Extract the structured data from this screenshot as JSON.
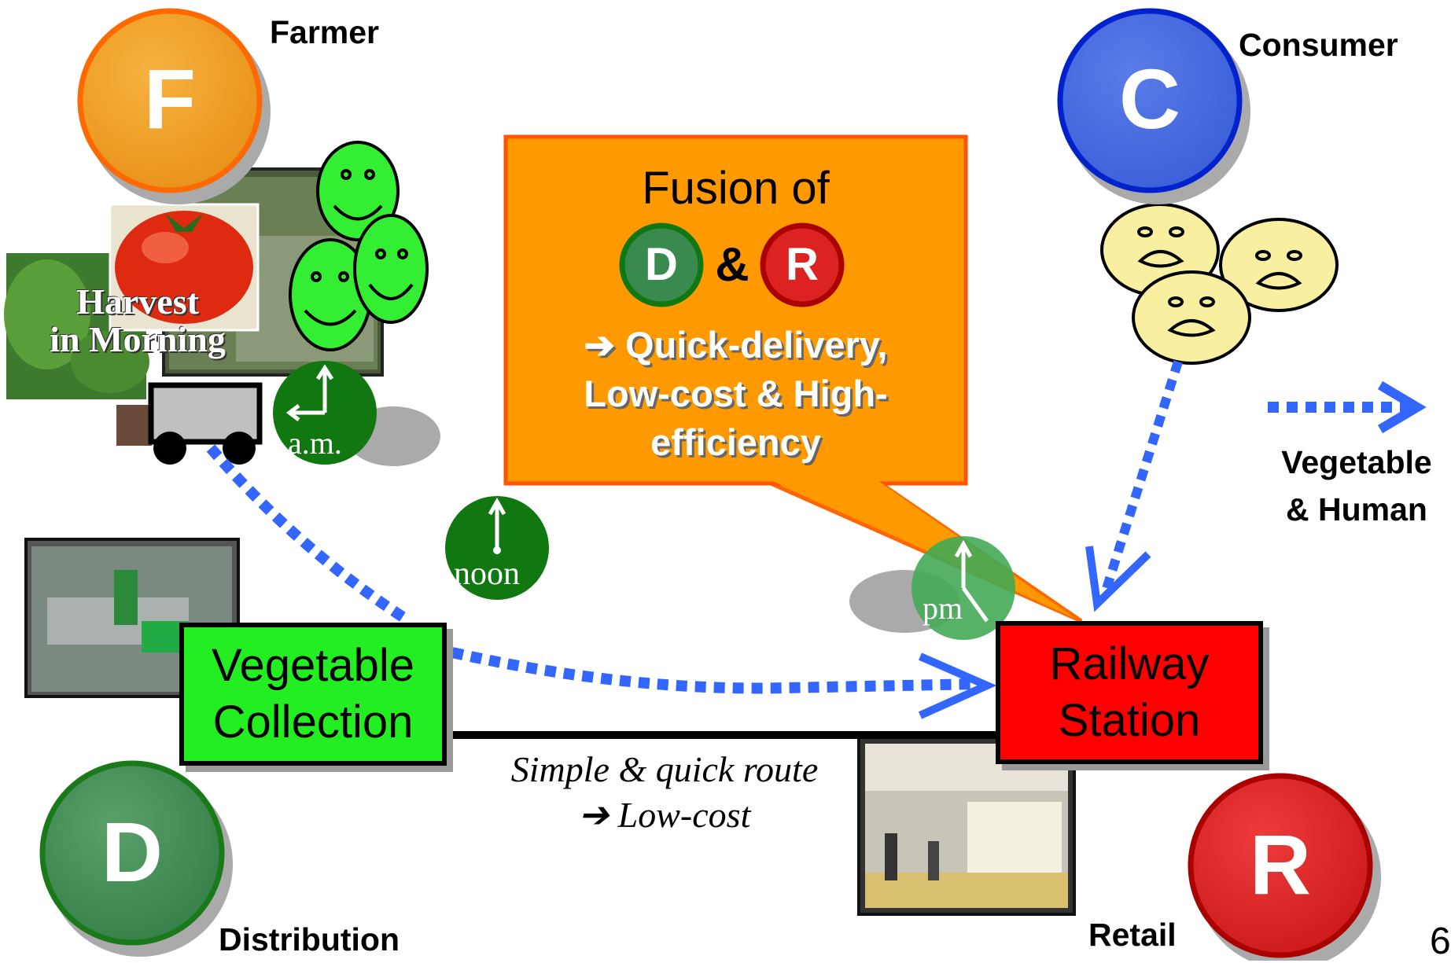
{
  "actors": {
    "farmer": {
      "letter": "F",
      "label": "Farmer",
      "color": "#f4a020"
    },
    "consumer": {
      "letter": "C",
      "label": "Consumer",
      "color": "#4466dd"
    },
    "distribution": {
      "letter": "D",
      "label": "Distribution",
      "color": "#3b8a50"
    },
    "retail": {
      "letter": "R",
      "label": "Retail",
      "color": "#dd2222"
    }
  },
  "photo_caption": {
    "line1": "Harvest",
    "line2": "in Morning"
  },
  "clocks": {
    "am": "a.m.",
    "noon": "noon",
    "pm": "pm"
  },
  "callout": {
    "title": "Fusion of",
    "d_letter": "D",
    "amp": "&",
    "r_letter": "R",
    "line1": "➔ Quick-delivery,",
    "line2": "Low-cost & High-",
    "line3": "efficiency",
    "color": "#ff9900"
  },
  "boxes": {
    "collection": {
      "line1": "Vegetable",
      "line2": "Collection",
      "color": "#22ee22"
    },
    "station": {
      "line1": "Railway",
      "line2": "Station",
      "color": "#ff0000"
    }
  },
  "route": {
    "line1": "Simple & quick route",
    "line2": "➔ Low-cost"
  },
  "legend": {
    "line1": "Vegetable",
    "line2": "& Human",
    "color": "#3366ff"
  },
  "page_number": "6"
}
